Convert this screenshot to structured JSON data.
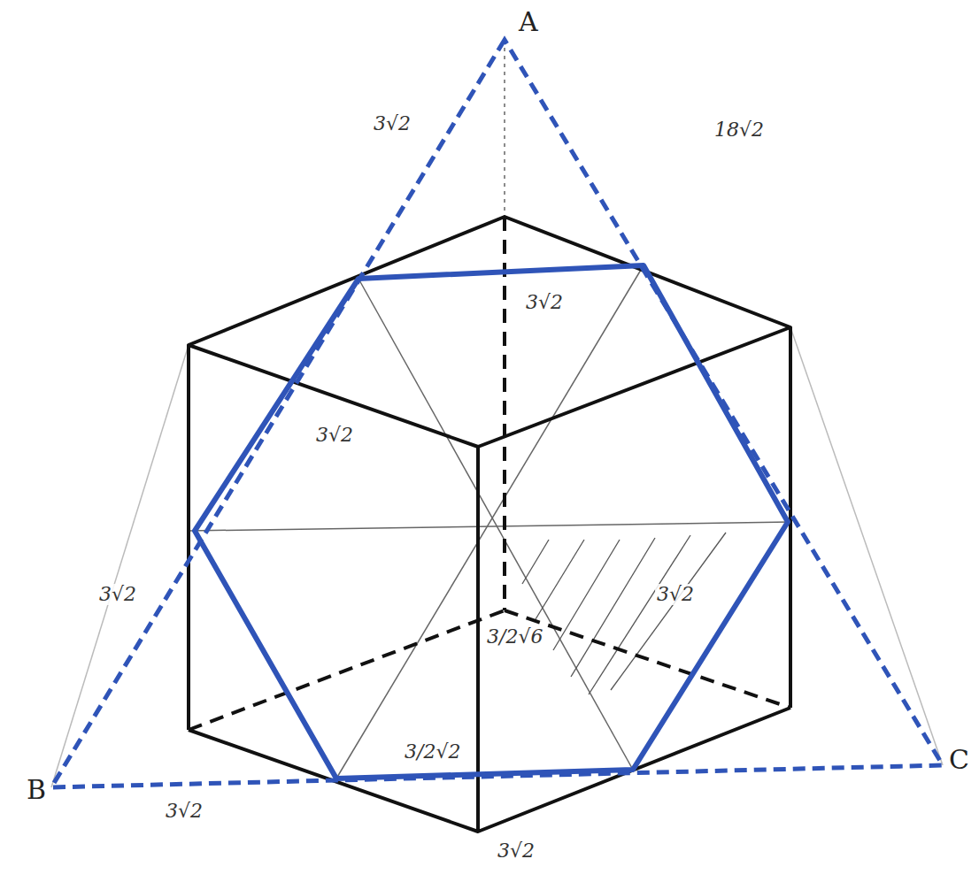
{
  "diagram": {
    "labels": [
      "A",
      "B",
      "C",
      "18√2",
      "3√2",
      "3√2",
      "3√2",
      "3√2",
      "3√2",
      "3√2",
      "3/2√2",
      "3/2√6",
      "3√2"
    ]
  }
}
